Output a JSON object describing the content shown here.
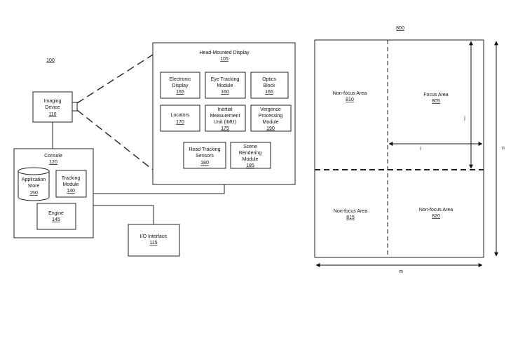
{
  "figure_100": {
    "ref": "100",
    "imaging_device": {
      "line1": "Imaging",
      "line2": "Device",
      "num": "110"
    },
    "console": {
      "label": "Console",
      "num": "120"
    },
    "application_store": {
      "line1": "Application",
      "line2": "Store",
      "num": "150"
    },
    "tracking_module": {
      "line1": "Tracking",
      "line2": "Module",
      "num": "140"
    },
    "engine": {
      "label": "Engine",
      "num": "145"
    },
    "io_interface": {
      "label": "I/O Interface",
      "num": "115"
    },
    "hmd": {
      "label": "Head-Mounted Display",
      "num": "105",
      "electronic_display": {
        "line1": "Electronic",
        "line2": "Display",
        "num": "155"
      },
      "eye_tracking": {
        "line1": "Eye Tracking",
        "line2": "Module",
        "num": "160"
      },
      "optics_block": {
        "line1": "Optics",
        "line2": "Block",
        "num": "165"
      },
      "locators": {
        "line1": "Locators",
        "num": "170"
      },
      "imu": {
        "line1": "Inertial",
        "line2": "Measurement",
        "line3": "Unit (IMU)",
        "num": "175"
      },
      "vergence": {
        "line1": "Vergence",
        "line2": "Processing",
        "line3": "Module",
        "num": "190"
      },
      "head_tracking": {
        "line1": "Head Tracking",
        "line2": "Sensors",
        "num": "180"
      },
      "scene_rendering": {
        "line1": "Scene",
        "line2": "Rendering",
        "line3": "Module",
        "num": "185"
      }
    }
  },
  "figure_800": {
    "ref": "800",
    "areas": [
      {
        "label": "Non-focus Area",
        "num": "810"
      },
      {
        "label": "Focus Area",
        "num": "805"
      },
      {
        "label": "Non-focus Area",
        "num": "815"
      },
      {
        "label": "Non-focus Area",
        "num": "820"
      }
    ],
    "dim_i": "i",
    "dim_j": "j",
    "dim_m": "m",
    "dim_n": "n"
  }
}
